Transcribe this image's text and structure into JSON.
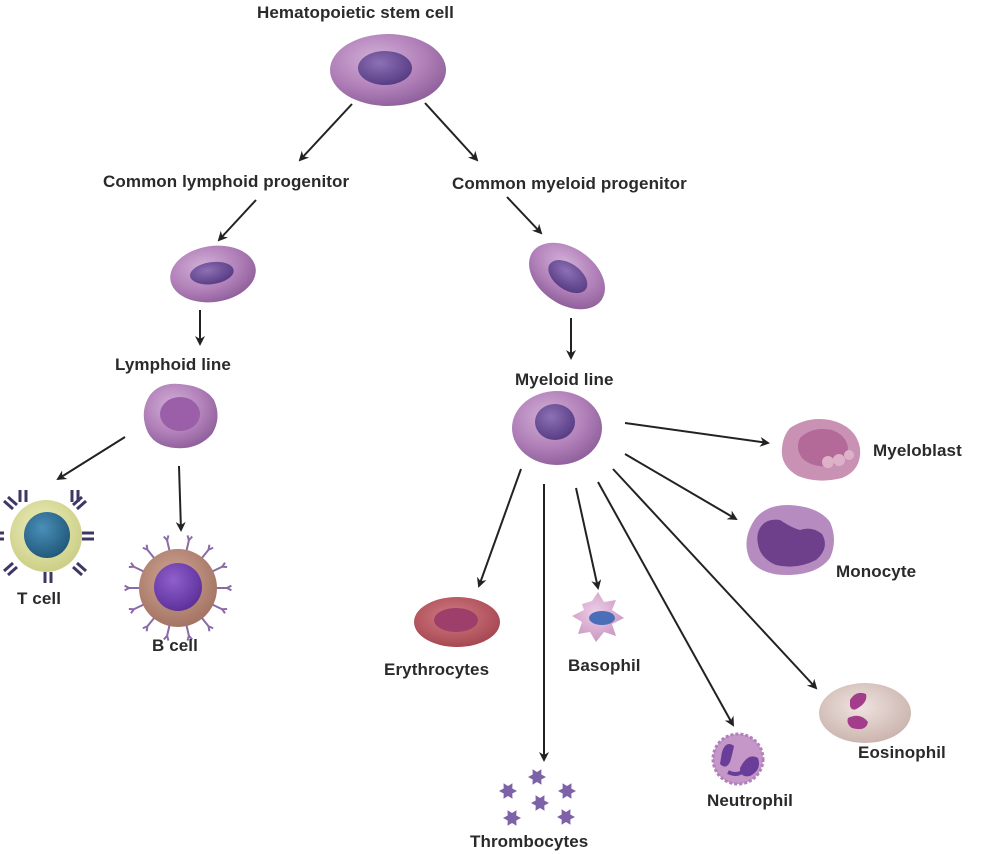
{
  "title": "Hematopoietic stem cell",
  "nodes": {
    "stem": {
      "label": "Hematopoietic stem cell"
    },
    "clp": {
      "label": "Common lymphoid progenitor"
    },
    "cmp": {
      "label": "Common myeloid progenitor"
    },
    "lymphoid_line": {
      "label": "Lymphoid line"
    },
    "myeloid_line": {
      "label": "Myeloid line"
    },
    "t_cell": {
      "label": "T cell"
    },
    "b_cell": {
      "label": "B cell"
    },
    "myeloblast": {
      "label": "Myeloblast"
    },
    "monocyte": {
      "label": "Monocyte"
    },
    "erythrocytes": {
      "label": "Erythrocytes"
    },
    "basophil": {
      "label": "Basophil"
    },
    "thrombocytes": {
      "label": "Thrombocytes"
    },
    "neutrophil": {
      "label": "Neutrophil"
    },
    "eosinophil": {
      "label": "Eosinophil"
    }
  },
  "edges": [
    [
      "stem",
      "clp"
    ],
    [
      "stem",
      "cmp"
    ],
    [
      "clp",
      "lymphoid_line"
    ],
    [
      "cmp",
      "myeloid_line"
    ],
    [
      "lymphoid_line",
      "t_cell"
    ],
    [
      "lymphoid_line",
      "b_cell"
    ],
    [
      "myeloid_line",
      "myeloblast"
    ],
    [
      "myeloid_line",
      "monocyte"
    ],
    [
      "myeloid_line",
      "erythrocytes"
    ],
    [
      "myeloid_line",
      "thrombocytes"
    ],
    [
      "myeloid_line",
      "basophil"
    ],
    [
      "myeloid_line",
      "neutrophil"
    ],
    [
      "myeloid_line",
      "eosinophil"
    ]
  ],
  "colors": {
    "cell_purple": "#b07fb8",
    "nucleus_purple": "#6a4b93",
    "t_cell_cytoplasm": "#dfe0a0",
    "t_cell_nucleus": "#2f6f96",
    "b_cell_cytoplasm": "#b88a7c",
    "b_cell_nucleus": "#6a3fa6",
    "erythrocyte": "#b8515c",
    "eosinophil_body": "#dcc9c4",
    "arrow": "#222222"
  }
}
